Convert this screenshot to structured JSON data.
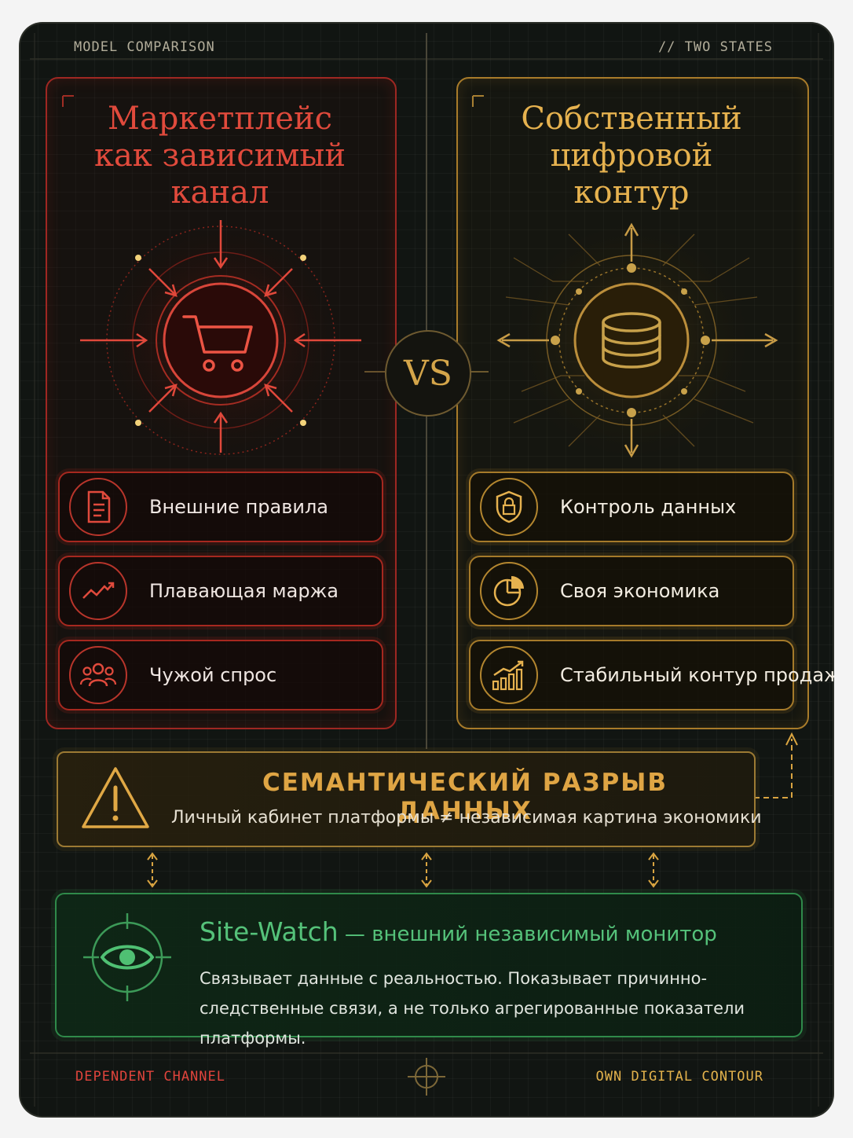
{
  "header": {
    "left": "MODEL COMPARISON",
    "right": "// TWO STATES"
  },
  "footer": {
    "left": "DEPENDENT CHANNEL",
    "right": "OWN DIGITAL CONTOUR"
  },
  "left_panel": {
    "title_lines": [
      "Маркетплейс",
      "как зависимый",
      "канал"
    ],
    "hub_icon": "shopping-cart-icon",
    "items": [
      {
        "label": "Внешние правила",
        "icon": "document-icon"
      },
      {
        "label": "Плавающая маржа",
        "icon": "trend-line-icon"
      },
      {
        "label": "Чужой спрос",
        "icon": "users-icon"
      }
    ],
    "accent": "#e04a3c"
  },
  "vs_label": "VS",
  "right_panel": {
    "title_lines": [
      "Собственный",
      "цифровой",
      "контур"
    ],
    "hub_icon": "database-icon",
    "items": [
      {
        "label": "Контроль данных",
        "icon": "shield-lock-icon"
      },
      {
        "label": "Своя экономика",
        "icon": "pie-chart-icon"
      },
      {
        "label": "Стабильный контур продаж",
        "icon": "bar-growth-icon"
      }
    ],
    "accent": "#e6b24f"
  },
  "warning": {
    "title": "СЕМАНТИЧЕСКИЙ РАЗРЫВ ДАННЫХ",
    "subtitle": "Личный кабинет платформы ≠ независимая картина экономики",
    "icon": "warning-triangle-icon",
    "accent": "#dfa544"
  },
  "monitor": {
    "name": "Site-Watch",
    "tagline": " — внешний независимый монитор",
    "description": "Связывает данные с реальностью. Показывает причинно-следственные связи, а не только агрегированные показатели платформы.",
    "icon": "eye-target-icon",
    "accent": "#55c27a"
  }
}
